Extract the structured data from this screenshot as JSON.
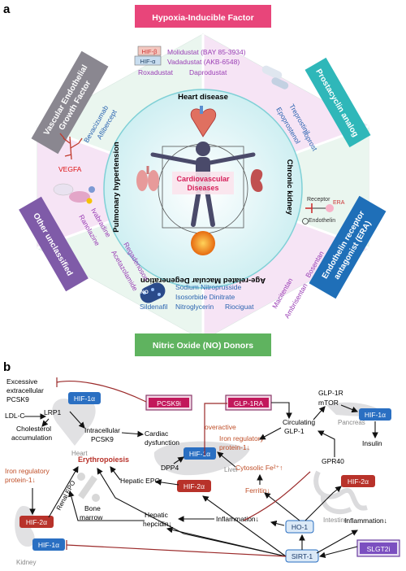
{
  "panel_a": {
    "letter": "a",
    "banners": {
      "top": "Hypoxia-Inducible Factor",
      "bottom": "Nitric Oxide (NO) Donors",
      "left_top": [
        "Vascular Endothelial",
        "Growth Factor"
      ],
      "right_top": [
        "Prostacyclin analog"
      ],
      "left_bottom": [
        "Other unclassified"
      ],
      "right_bottom": [
        "Endothelin receptor",
        "antagonist (ERA)"
      ]
    },
    "diseases": {
      "center_line1": "Cardiovascular",
      "center_line2": "Diseases",
      "heart": "Heart disease",
      "kidney": "Chronic kidney",
      "amd": "Age-related Macular Degeneration",
      "ph": "Pulmonary hypertension"
    },
    "drugs": {
      "hif": [
        "Molidustat (BAY 85-3934)",
        "Vadadustat (AKB-6548)",
        "Roxadustat",
        "Daprodustat"
      ],
      "hif_labels": [
        "HIF-β",
        "HIF-α"
      ],
      "prostacyclin": [
        "Treprostinil",
        "Epoprostenol",
        "Iloprost"
      ],
      "era": [
        "Macitentan",
        "Ambrisentan",
        "Bosentan"
      ],
      "era_icon_labels": [
        "Receptor",
        "ERA",
        "Endothelin"
      ],
      "no": [
        "Sodium Nitroprusside",
        "Isosorbide Dinitrate",
        "Nitroglycerin",
        "Riociguat"
      ],
      "no_extra": "Sildenafil",
      "no_icon": "NO",
      "other": [
        "Ivabradine",
        "Ranolazine",
        "Regadenoson",
        "Acetazolamide"
      ],
      "vegf": [
        "Bevacizumab",
        "Aflibercept"
      ],
      "vegfa": "VEGFA"
    }
  },
  "panel_b": {
    "letter": "b",
    "boxes": {
      "pcsk9i": "PCSK9i",
      "glp1ra": "GLP-1RA",
      "slgt2i": "SLGT2i",
      "hif1a": "HIF-1α",
      "hif2a": "HIF-2α",
      "ho1": "HO-1",
      "sirt1": "SIRT-1"
    },
    "labels": {
      "excess": [
        "Excessive",
        "extracellular",
        "PCSK9"
      ],
      "ldlc": "LDL-C",
      "lrp1": "LRP1",
      "chol": [
        "Cholesterol",
        "accumulation"
      ],
      "intra": [
        "Intracellular",
        "PCSK9"
      ],
      "heart": "Heart",
      "cardiac": [
        "Cardiac",
        "dysfunction"
      ],
      "overactive": "overactive",
      "irp_right": [
        "Iron regulatory",
        "protein-1↓"
      ],
      "circ": [
        "Circulating",
        "GLP-1"
      ],
      "glp1r": "GLP-1R",
      "mtor": "mTOR",
      "pancreas": "Pancreas",
      "insulin": "Insulin",
      "dpp4": "DPP4",
      "liver": "Liver",
      "hepatic_epo": "Hepatic EPO",
      "erythropoiesis": "Erythropoiesis",
      "irp_left": [
        "Iron regulatory",
        "protein-1↓"
      ],
      "renal_epo": "Renal EPO",
      "bone_marrow": [
        "Bone",
        "marrow"
      ],
      "fe": "Cytosolic Fe²⁺↑",
      "gpr40": "GPR40",
      "ferritin": "Ferritin↓",
      "hepcidin": [
        "Hepatic",
        "hepcidin↓"
      ],
      "inflam1": "Inflammation↓",
      "inflam2": "Inflammation↓",
      "intestine": "Intestine",
      "kidney": "Kidney"
    }
  },
  "colors": {
    "pink": "#e8457a",
    "teal": "#2fb7b9",
    "blue": "#1f6fb8",
    "green": "#5fb35f",
    "purple": "#7f5ba8",
    "gray": "#8a8790",
    "darkred": "#9b2a2a",
    "hif_blue": "#2a6fc2",
    "hif_red": "#b8322a"
  }
}
